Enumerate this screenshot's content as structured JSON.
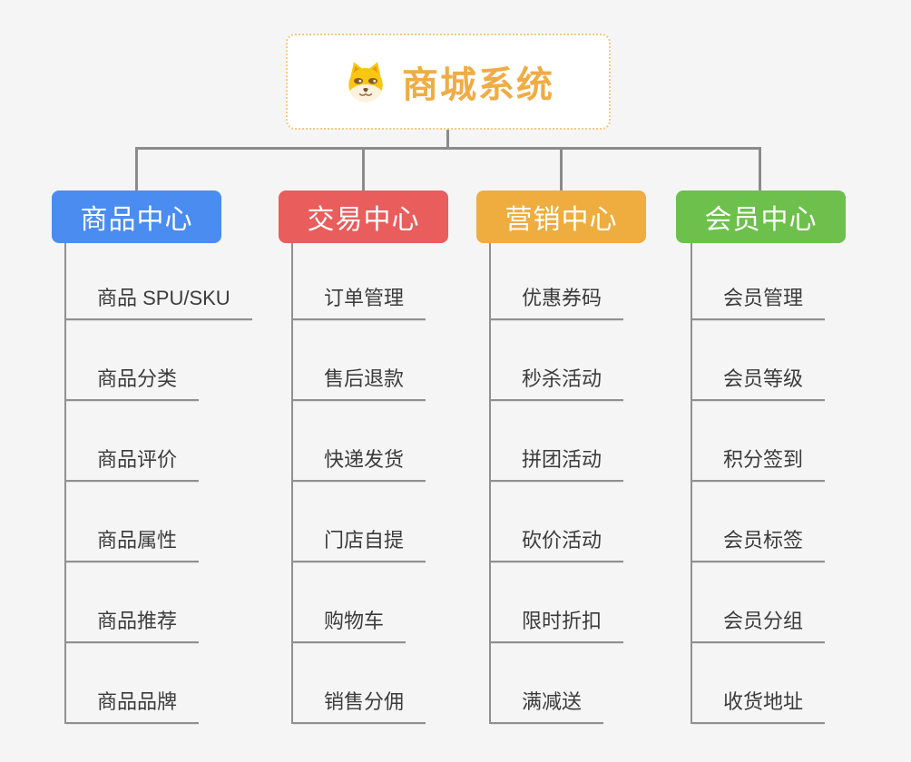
{
  "root": {
    "title": "商城系统",
    "icon": "dog-face-icon"
  },
  "branches": [
    {
      "label": "商品中心",
      "color": "#4a8cf0",
      "items": [
        "商品 SPU/SKU",
        "商品分类",
        "商品评价",
        "商品属性",
        "商品推荐",
        "商品品牌"
      ]
    },
    {
      "label": "交易中心",
      "color": "#e95d5c",
      "items": [
        "订单管理",
        "售后退款",
        "快递发货",
        "门店自提",
        "购物车",
        "销售分佣"
      ]
    },
    {
      "label": "营销中心",
      "color": "#eead3e",
      "items": [
        "优惠券码",
        "秒杀活动",
        "拼团活动",
        "砍价活动",
        "限时折扣",
        "满减送"
      ]
    },
    {
      "label": "会员中心",
      "color": "#6dc04c",
      "items": [
        "会员管理",
        "会员等级",
        "积分签到",
        "会员标签",
        "会员分组",
        "收货地址"
      ]
    }
  ],
  "colors": {
    "background": "#f5f5f6",
    "connector": "#8b8b8b",
    "underline": "#909090",
    "sub_item_text": "#3b3b3b",
    "root_border": "#f6c87f",
    "root_title": "#f0ac44",
    "branch_product": "#4a8cf0",
    "branch_trade": "#e95d5c",
    "branch_marketing": "#eead3e",
    "branch_member": "#6dc04c"
  }
}
